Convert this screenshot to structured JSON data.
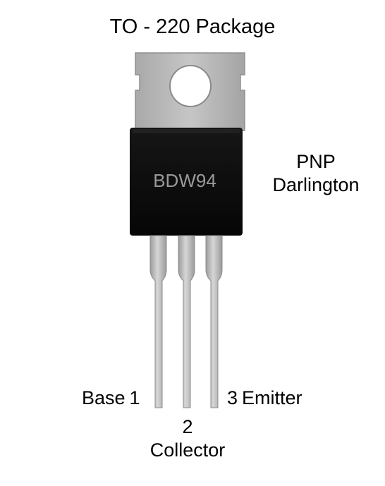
{
  "title": "TO - 220 Package",
  "device": {
    "marking": "BDW94",
    "type_line1": "PNP",
    "type_line2": "Darlington"
  },
  "pins": {
    "base": {
      "number": "1",
      "name": "Base"
    },
    "collector": {
      "number": "2",
      "name": "Collector"
    },
    "emitter": {
      "number": "3",
      "name": "Emitter"
    }
  },
  "colors": {
    "background": "#ffffff",
    "tab_metal": "#b9b9b9",
    "tab_edge": "#8f8f8f",
    "body_black": "#0b0b0b",
    "lead_metal": "#c4c4c4",
    "marking_text": "#9a9a9a",
    "label_text": "#000000"
  }
}
